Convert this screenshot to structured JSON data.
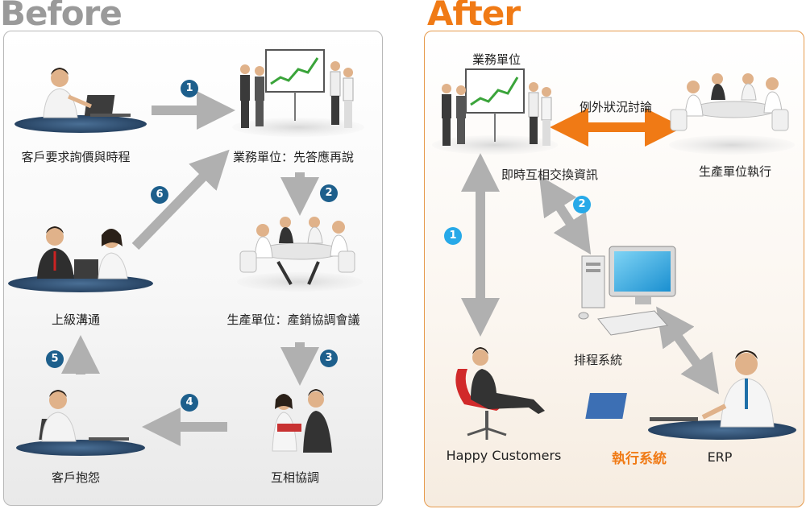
{
  "before": {
    "title": "Before",
    "nodes": {
      "customer_request": "客戶要求詢價與時程",
      "sales_first": "業務單位：先答應再說",
      "production_meeting": "生產單位：產銷協調會議",
      "mutual_coordination": "互相協調",
      "customer_complaint": "客戶抱怨",
      "supervisor_communication": "上級溝通"
    },
    "steps": [
      "1",
      "2",
      "3",
      "4",
      "5",
      "6"
    ]
  },
  "after": {
    "title": "After",
    "nodes": {
      "sales_unit": "業務單位",
      "realtime_exchange": "即時互相交換資訊",
      "exception_discussion": "例外狀況討論",
      "production_execution": "生產單位執行",
      "scheduling_system": "排程系統",
      "happy_customers": "Happy Customers",
      "execution_system": "執行系統",
      "erp": "ERP"
    },
    "steps": [
      "1",
      "2"
    ]
  },
  "colors": {
    "before_accent": "#9a9a9a",
    "after_accent": "#f07a15",
    "badge_dark": "#1d5f8c",
    "badge_light": "#27a9e8",
    "arrow_gray": "#b0b0b0",
    "arrow_orange": "#f07a15"
  }
}
